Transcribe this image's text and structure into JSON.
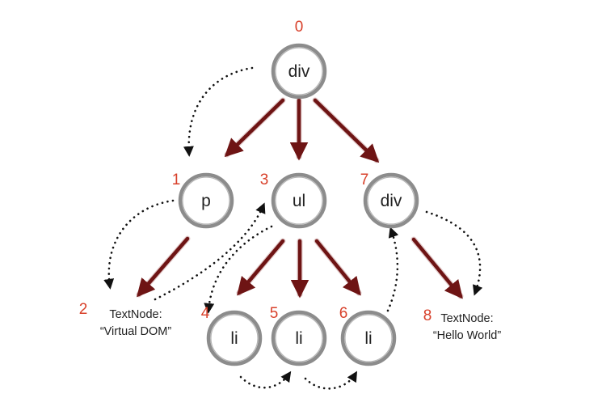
{
  "colors": {
    "edge": "#6e1414",
    "order": "#d8402a",
    "node_stroke": "#8c8c8c",
    "traversal": "#111111"
  },
  "nodes": [
    {
      "id": "div-root",
      "label": "div",
      "order": "0"
    },
    {
      "id": "p",
      "label": "p",
      "order": "1"
    },
    {
      "id": "ul",
      "label": "ul",
      "order": "3"
    },
    {
      "id": "div-child",
      "label": "div",
      "order": "7"
    },
    {
      "id": "li-1",
      "label": "li",
      "order": "4"
    },
    {
      "id": "li-2",
      "label": "li",
      "order": "5"
    },
    {
      "id": "li-3",
      "label": "li",
      "order": "6"
    }
  ],
  "text_nodes": [
    {
      "id": "text-virtual-dom",
      "line1": "TextNode:",
      "line2": "“Virtual DOM”",
      "order": "2"
    },
    {
      "id": "text-hello-world",
      "line1": "TextNode:",
      "line2": "“Hello World”",
      "order": "8"
    }
  ],
  "edges": [
    {
      "from": "div-root",
      "to": "p"
    },
    {
      "from": "div-root",
      "to": "ul"
    },
    {
      "from": "div-root",
      "to": "div-child"
    },
    {
      "from": "p",
      "to": "text-virtual-dom"
    },
    {
      "from": "ul",
      "to": "li-1"
    },
    {
      "from": "ul",
      "to": "li-2"
    },
    {
      "from": "ul",
      "to": "li-3"
    },
    {
      "from": "div-child",
      "to": "text-hello-world"
    }
  ],
  "traversal": [
    {
      "from": "div-root",
      "to": "p"
    },
    {
      "from": "p",
      "to": "text-virtual-dom"
    },
    {
      "from": "text-virtual-dom",
      "to": "ul"
    },
    {
      "from": "ul",
      "to": "li-1"
    },
    {
      "from": "li-1",
      "to": "li-2"
    },
    {
      "from": "li-2",
      "to": "li-3"
    },
    {
      "from": "li-3",
      "to": "div-child"
    },
    {
      "from": "div-child",
      "to": "text-hello-world"
    }
  ]
}
